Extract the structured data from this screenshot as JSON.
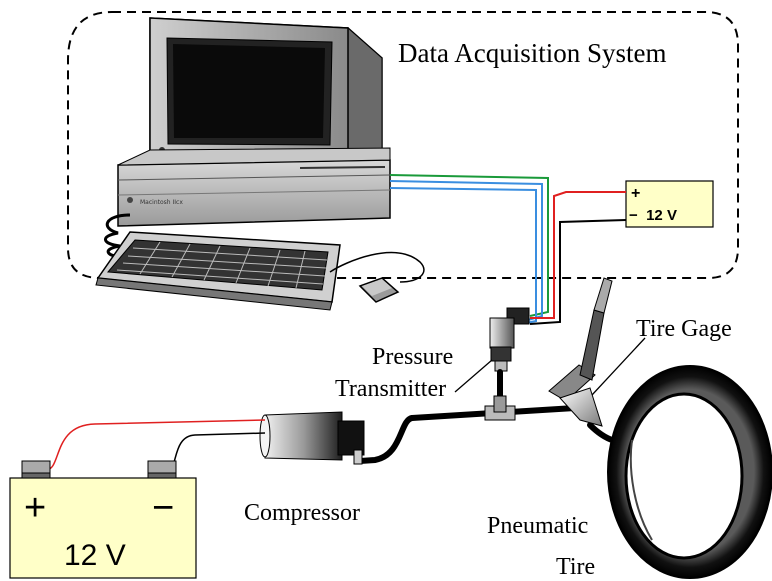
{
  "labels": {
    "das": "Data Acquisition System",
    "psu_plus": "+",
    "psu_minus": "−  12 V",
    "pressure_line1": "Pressure",
    "pressure_line2": "Transmitter",
    "tire_gage": "Tire Gage",
    "compressor": "Compressor",
    "tire_line1": "Pneumatic",
    "tire_line2": "Tire",
    "battery_plus": "+",
    "battery_minus": "−",
    "battery_voltage": "12 V"
  },
  "colors": {
    "power_box": "#ffffc8",
    "wire_red": "#e02020",
    "wire_green": "#1a9a3a",
    "wire_blue": "#3a8ee0",
    "wire_black": "#000000"
  },
  "icons": {
    "computer": "computer-icon",
    "keyboard": "keyboard-icon",
    "mouse": "mouse-icon",
    "pressure_transmitter": "pressure-transmitter-icon",
    "tire_gage": "tire-gage-icon",
    "compressor": "compressor-icon",
    "battery": "battery-icon",
    "tire": "tire-icon"
  }
}
